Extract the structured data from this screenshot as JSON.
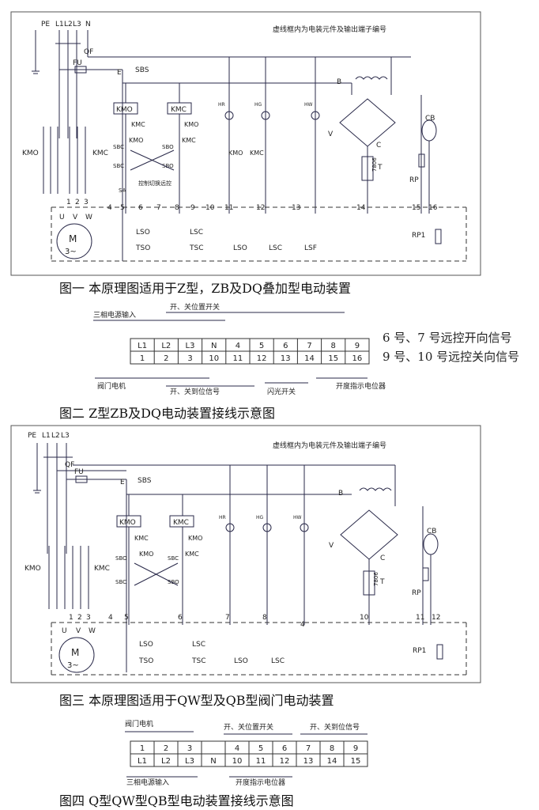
{
  "fig1": {
    "top_labels": [
      "PE",
      "L1",
      "L2",
      "L3",
      "N"
    ],
    "note": "虚线框内为电装元件及输出端子编号",
    "qf": "QF",
    "fu": "FU",
    "e": "E",
    "sbs": "SBS",
    "b": "B",
    "v": "V",
    "c": "C",
    "ic": "7806",
    "t": "T",
    "rp": "RP",
    "cb": "CB",
    "rp1": "RP1",
    "kmo": "KMO",
    "kmc": "KMC",
    "hr": "HR",
    "hg": "HG",
    "hw": "HW",
    "sbo": "SBO",
    "sbc": "SBC",
    "sa": "SA",
    "remote": "控制切换远控",
    "lso": "LSO",
    "lsc": "LSC",
    "tso": "TSO",
    "tsc": "TSC",
    "lsf": "LSF",
    "motor_m": "M",
    "motor_3": "3~",
    "uvw": [
      "U",
      "V",
      "W"
    ],
    "terminals_top": [
      "1",
      "2",
      "3",
      "4",
      "5",
      "6",
      "7",
      "8",
      "9",
      "10",
      "11",
      "12",
      "13",
      "14",
      "15",
      "16"
    ],
    "caption": "图一  本原理图适用于Z型，ZB及DQ叠加型电动装置"
  },
  "fig2": {
    "row1": [
      "L1",
      "L2",
      "L3",
      "N",
      "4",
      "5",
      "6",
      "7",
      "8",
      "9"
    ],
    "row2": [
      "1",
      "2",
      "3",
      "10",
      "11",
      "12",
      "13",
      "14",
      "15",
      "16"
    ],
    "lbl_power": "三相电源输入",
    "lbl_pos_switch": "开、关位置开关",
    "lbl_motor": "阀门电机",
    "lbl_limit_signal": "开、关到位信号",
    "lbl_flash": "闪光开关",
    "lbl_opening": "开度指示电位器",
    "side_note_1": "6 号、7 号远控开向信号",
    "side_note_2": "9 号、10 号远控关向信号",
    "caption": "图二  Z型ZB及DQ电动装置接线示意图"
  },
  "fig3": {
    "top_labels": [
      "PE",
      "L1",
      "L2",
      "L3"
    ],
    "note": "虚线框内为电装元件及输出端子编号",
    "qf": "QF",
    "fu": "FU",
    "e": "E",
    "sbs": "SBS",
    "b": "B",
    "v": "V",
    "c": "C",
    "ic": "7806",
    "t": "T",
    "rp": "RP",
    "cb": "CB",
    "rp1": "RP1",
    "kmo": "KMO",
    "kmc": "KMC",
    "hr": "HR",
    "hg": "HG",
    "hw": "HW",
    "sbo": "SBO",
    "sbc": "SBC",
    "lso": "LSO",
    "lsc": "LSC",
    "tso": "TSO",
    "tsc": "TSC",
    "motor_m": "M",
    "motor_3": "3~",
    "uvw": [
      "U",
      "V",
      "W"
    ],
    "terminals": [
      "1",
      "2",
      "3",
      "4",
      "5",
      "6",
      "7",
      "8",
      "4",
      "10",
      "11",
      "12"
    ],
    "caption": "图三  本原理图适用于QW型及QB型阀门电动装置"
  },
  "fig4": {
    "row1": [
      "1",
      "2",
      "3",
      "",
      "4",
      "5",
      "6",
      "7",
      "8",
      "9"
    ],
    "row2": [
      "L1",
      "L2",
      "L3",
      "N",
      "10",
      "11",
      "12",
      "13",
      "14",
      "15"
    ],
    "lbl_motor": "阀门电机",
    "lbl_pos_switch": "开、关位置开关",
    "lbl_limit_signal": "开、关到位信号",
    "lbl_power": "三相电源输入",
    "lbl_opening": "开度指示电位器",
    "caption": "图四  Q型QW型QB型电动装置接线示意图"
  }
}
